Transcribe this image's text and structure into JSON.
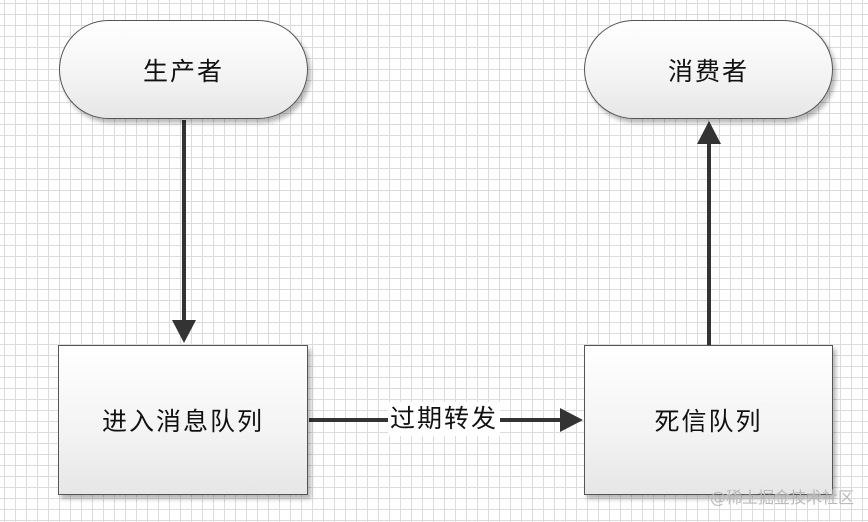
{
  "nodes": {
    "producer": "生产者",
    "consumer": "消费者",
    "queue": "进入消息队列",
    "dead_letter_queue": "死信队列"
  },
  "edges": {
    "expire_forward": "过期转发"
  },
  "watermark": "@稀土掘金技术社区",
  "colors": {
    "arrow": "#333333",
    "node_border": "#555555",
    "grid": "#dcdcdc"
  }
}
